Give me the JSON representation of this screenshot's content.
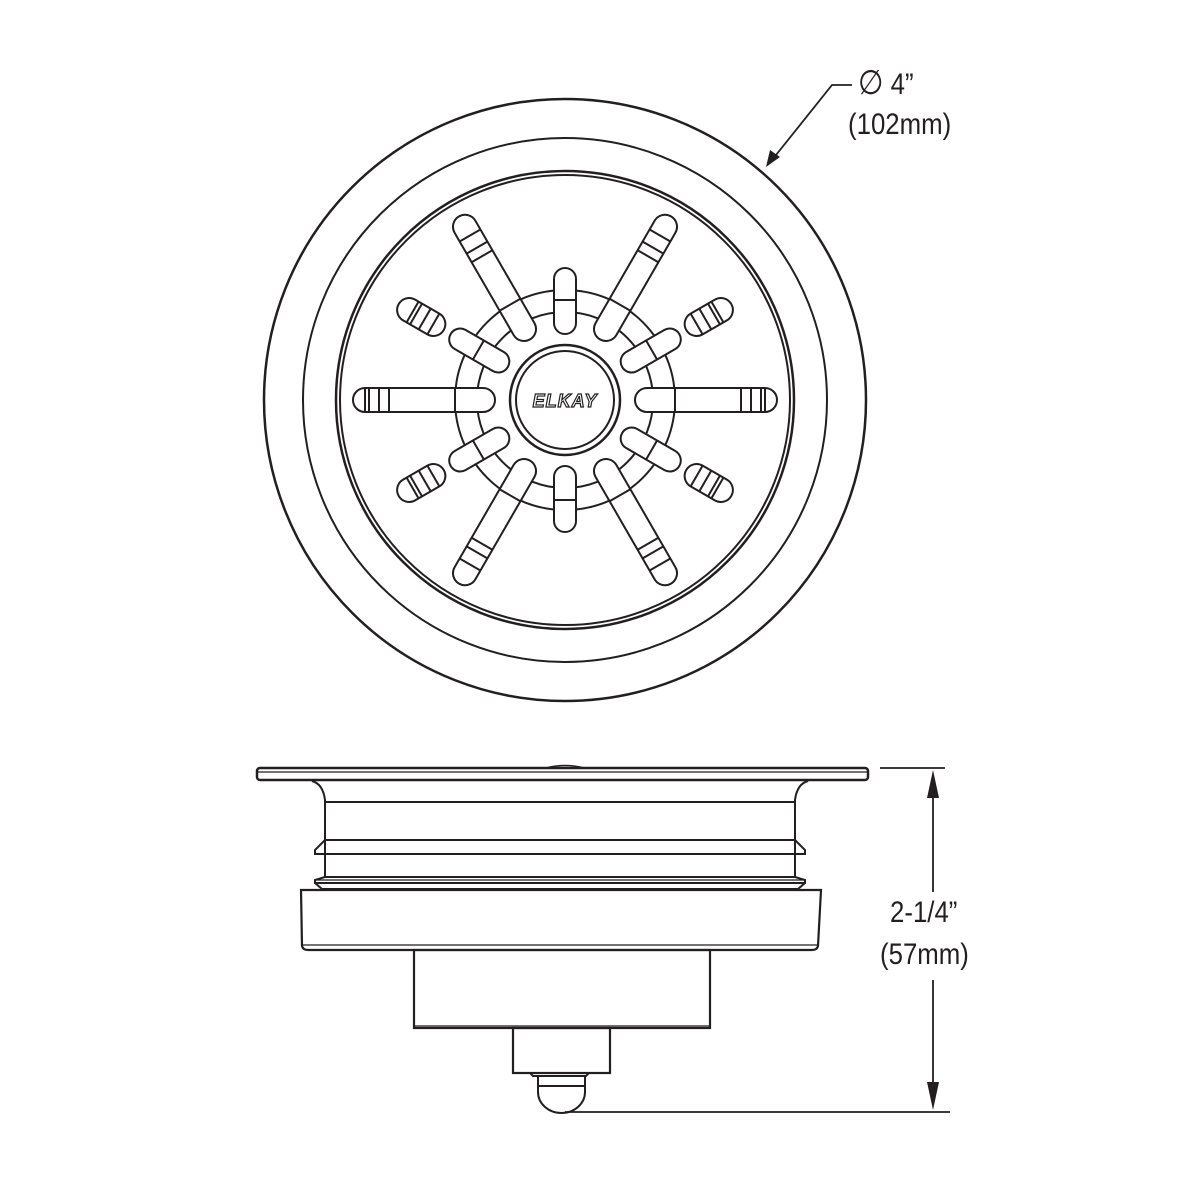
{
  "top_view": {
    "logo_text": "ELKAY",
    "diameter_label": {
      "symbol": "∅",
      "imperial": "4”",
      "metric": "(102mm)"
    }
  },
  "side_view": {
    "height_label": {
      "imperial": "2-1/4”",
      "metric": "(57mm)"
    }
  },
  "colors": {
    "line": "#231f20",
    "background": "#ffffff"
  }
}
